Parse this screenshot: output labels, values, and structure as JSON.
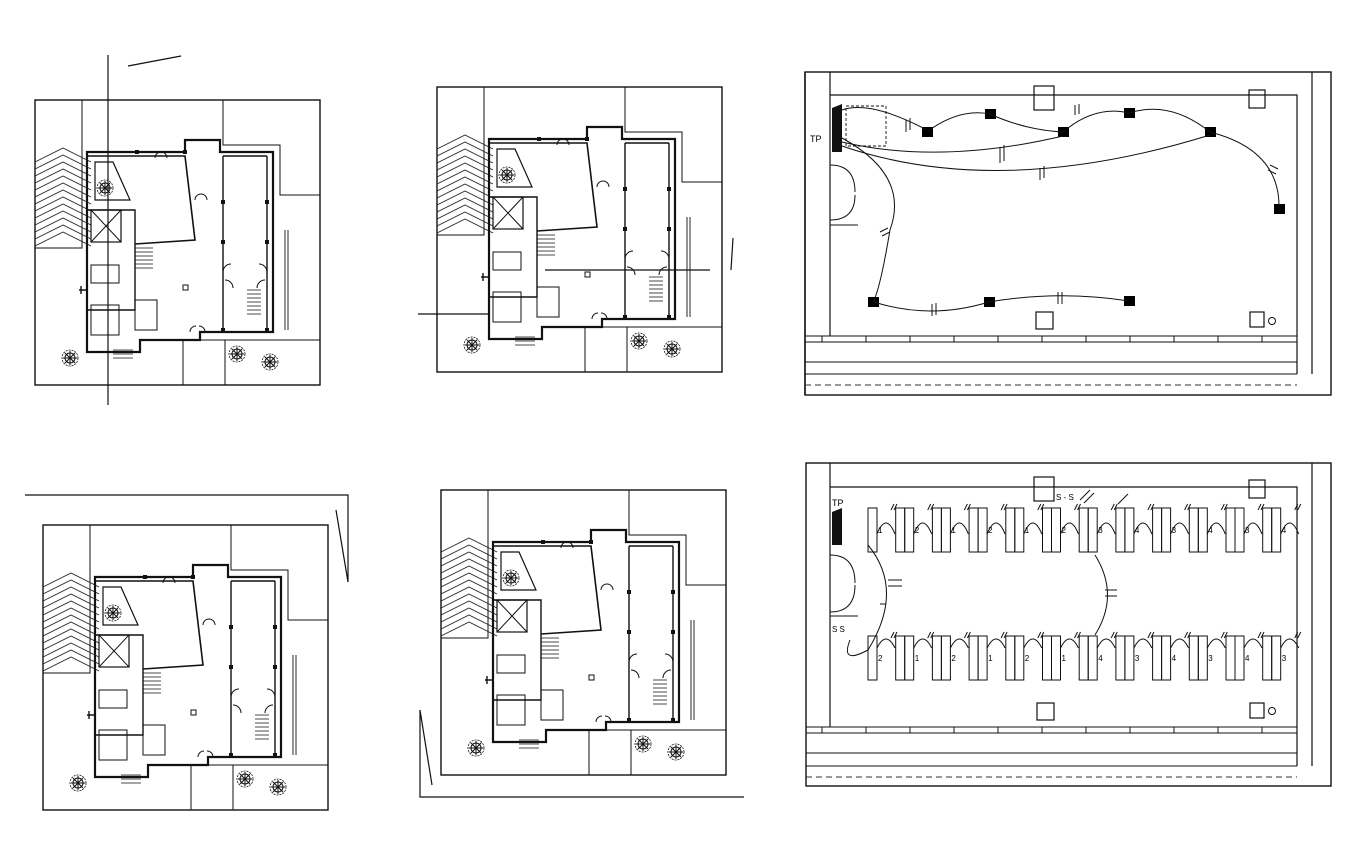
{
  "sheet": {
    "background": "#ffffff",
    "line_color": "#1a1a1a",
    "fill_color": "#000000"
  },
  "floor_plans": [
    {
      "id": "plan-top-left"
    },
    {
      "id": "plan-top-middle"
    },
    {
      "id": "plan-bottom-left"
    },
    {
      "id": "plan-bottom-middle"
    }
  ],
  "electrical_plan": {
    "panel_label": "TP"
  },
  "seating_plan": {
    "panel_label": "TP",
    "switch_label_left": "S S",
    "switch_label_top": "S - S",
    "top_row_circuits": [
      "1",
      "2",
      "1",
      "2",
      "1",
      "2",
      "3",
      "4",
      "3",
      "4",
      "3",
      "4"
    ],
    "bottom_row_circuits": [
      "2",
      "1",
      "2",
      "1",
      "2",
      "1",
      "4",
      "3",
      "4",
      "3",
      "4",
      "3"
    ]
  }
}
